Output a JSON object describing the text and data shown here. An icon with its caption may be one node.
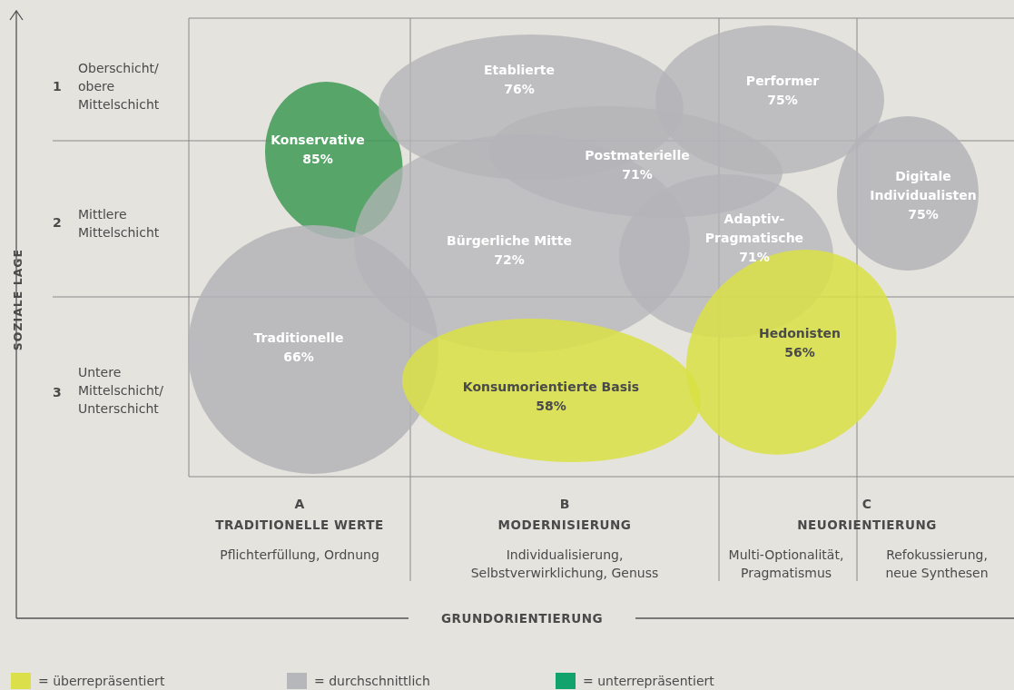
{
  "diagram": {
    "nodes": [
      {
        "text": [
          "Konservative",
          "85%"
        ]
      },
      {
        "text": [
          "Etablierte",
          "76%"
        ]
      },
      {
        "text": [
          "Performer",
          "75%"
        ]
      },
      {
        "text": [
          "Postmaterielle",
          "71%"
        ]
      },
      {
        "text": [
          "Digitale Individualisten",
          "75%"
        ]
      },
      {
        "text": [
          "Bürgerliche Mitte",
          "72%"
        ]
      },
      {
        "text": [
          "Adaptiv-Pragmatische",
          "71%"
        ]
      },
      {
        "text": [
          "Traditionelle",
          "66%"
        ]
      },
      {
        "text": [
          "Konsumorientierte Basis",
          "58%"
        ]
      },
      {
        "text": [
          "Hedonisten",
          "56%"
        ]
      }
    ],
    "edges": [],
    "labels": [
      "1",
      "Oberschicht/ obere Mittelschicht",
      "2",
      "Mittlere Mittelschicht",
      "3",
      "Untere Mittelschicht/ Unterschicht",
      "SOZIALE LAGE",
      "A",
      "TRADITIONELLE WERTE",
      "Pflichterfüllung, Ordnung",
      "B",
      "MODERNISIERUNG",
      "Individualisierung, Selbstverwirklichung, Genuss",
      "C",
      "NEUORIENTIERUNG",
      "Multi-Optionalität, Pragmatismus",
      "Refokussierung, neue Synthesen",
      "GRUNDORIENTIERUNG"
    ],
    "legend": [
      {
        "text": "= überrepräsentiert",
        "color": "#dbe04a"
      },
      {
        "text": "= durchschnittlich",
        "color": "#b6b7bb"
      },
      {
        "text": "= unterrepräsentiert",
        "color": "#12a36c"
      }
    ]
  }
}
